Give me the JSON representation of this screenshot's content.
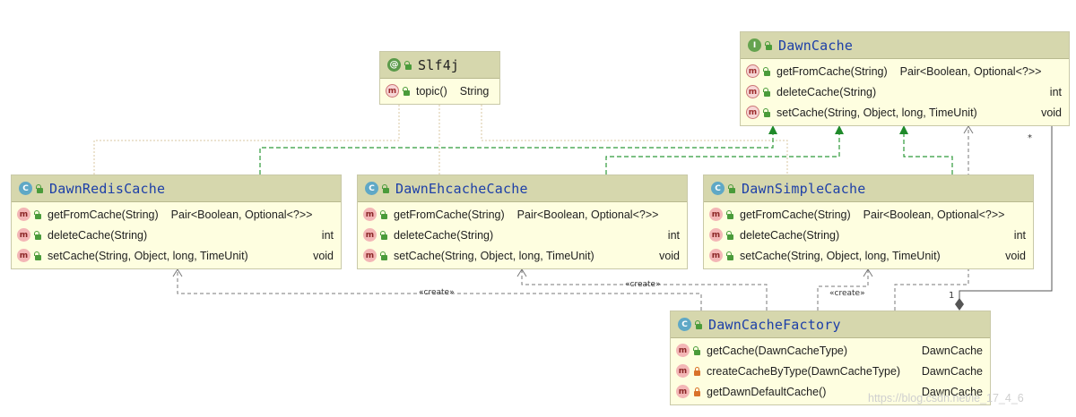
{
  "classes": {
    "slf4j": {
      "badge": "@",
      "name": "Slf4j",
      "rows": [
        {
          "badge": "m",
          "signature": "topic()",
          "type": "String"
        }
      ]
    },
    "dawncache": {
      "badge": "I",
      "name": "DawnCache",
      "rows": [
        {
          "badge": "m",
          "signature": "getFromCache(String)",
          "type": "Pair<Boolean, Optional<?>>"
        },
        {
          "badge": "m",
          "signature": "deleteCache(String)",
          "type": "int"
        },
        {
          "badge": "m",
          "signature": "setCache(String, Object, long, TimeUnit)",
          "type": "void"
        }
      ]
    },
    "redis": {
      "badge": "C",
      "name": "DawnRedisCache",
      "rows": [
        {
          "badge": "m",
          "signature": "getFromCache(String)",
          "type": "Pair<Boolean, Optional<?>>"
        },
        {
          "badge": "m",
          "signature": "deleteCache(String)",
          "type": "int"
        },
        {
          "badge": "m",
          "signature": "setCache(String, Object, long, TimeUnit)",
          "type": "void"
        }
      ]
    },
    "ehcache": {
      "badge": "C",
      "name": "DawnEhcacheCache",
      "rows": [
        {
          "badge": "m",
          "signature": "getFromCache(String)",
          "type": "Pair<Boolean, Optional<?>>"
        },
        {
          "badge": "m",
          "signature": "deleteCache(String)",
          "type": "int"
        },
        {
          "badge": "m",
          "signature": "setCache(String, Object, long, TimeUnit)",
          "type": "void"
        }
      ]
    },
    "simple": {
      "badge": "C",
      "name": "DawnSimpleCache",
      "rows": [
        {
          "badge": "m",
          "signature": "getFromCache(String)",
          "type": "Pair<Boolean, Optional<?>>"
        },
        {
          "badge": "m",
          "signature": "deleteCache(String)",
          "type": "int"
        },
        {
          "badge": "m",
          "signature": "setCache(String, Object, long, TimeUnit)",
          "type": "void"
        }
      ]
    },
    "factory": {
      "badge": "C",
      "name": "DawnCacheFactory",
      "rows": [
        {
          "badge": "m",
          "visibility": "public",
          "signature": "getCache(DawnCacheType)",
          "type": "DawnCache"
        },
        {
          "badge": "m",
          "visibility": "private",
          "signature": "createCacheByType(DawnCacheType)",
          "type": "DawnCache"
        },
        {
          "badge": "m",
          "visibility": "private",
          "signature": "getDawnDefaultCache()",
          "type": "DawnCache"
        }
      ]
    }
  },
  "edge_labels": {
    "create_redis": "«create»",
    "create_ehcache": "«create»",
    "create_simple": "«create»",
    "multiplicity_one": "1",
    "multiplicity_many": "*"
  },
  "watermark": "https://blog.csdn.net/le_17_4_6",
  "colors": {
    "header": "#d6d7ad",
    "body": "#fefee0",
    "class_name": "#1d3fa8",
    "realization": "#2e9a3a",
    "arrow_head": "#1f8a2a",
    "dependency": "#7a7a7a",
    "annotation_dotted": "#d8c7a0"
  }
}
